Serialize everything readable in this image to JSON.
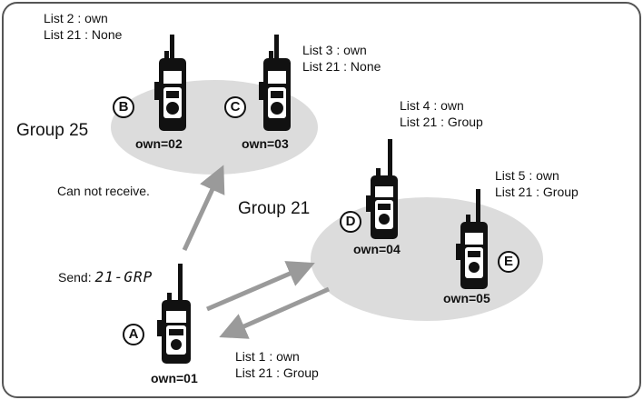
{
  "groups": {
    "g25": {
      "label": "Group 25"
    },
    "g21": {
      "label": "Group 21"
    }
  },
  "radios": {
    "a": {
      "letter": "A",
      "own": "own=01",
      "info": [
        "List 1 : own",
        "List 21 : Group"
      ]
    },
    "b": {
      "letter": "B",
      "own": "own=02",
      "info": [
        "List 2 : own",
        "List 21 : None"
      ]
    },
    "c": {
      "letter": "C",
      "own": "own=03",
      "info": [
        "List 3 : own",
        "List 21 : None"
      ]
    },
    "d": {
      "letter": "D",
      "own": "own=04",
      "info": [
        "List 4 : own",
        "List 21 : Group"
      ]
    },
    "e": {
      "letter": "E",
      "own": "own=05",
      "info": [
        "List 5 : own",
        "List 21 : Group"
      ]
    }
  },
  "send": {
    "label": "Send:",
    "display": "21-GRP"
  },
  "note": "Can not receive.",
  "colors": {
    "group_fill": "#dcdcdc",
    "arrow": "#9a9a9a",
    "border": "#555555"
  }
}
